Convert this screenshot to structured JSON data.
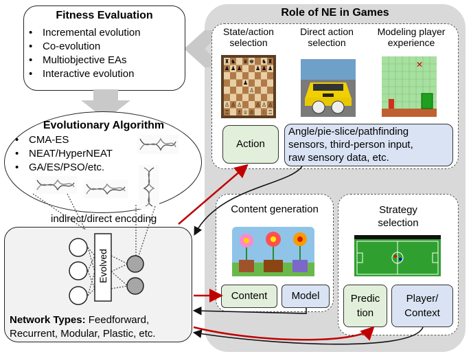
{
  "fitness": {
    "title": "Fitness Evaluation",
    "items": [
      "Incremental evolution",
      "Co-evolution",
      "Multiobjective EAs",
      "Interactive evolution"
    ]
  },
  "ea": {
    "title": "Evolutionary Algorithm",
    "items": [
      "CMA-ES",
      "NEAT/HyperNEAT",
      "GA/ES/PSO/etc."
    ]
  },
  "encoding_label": "indirect/direct encoding",
  "network": {
    "evolved_label": "Evolved",
    "types_bold": "Network Types:",
    "types_line1": " Feedforward,",
    "types_line2": "Recurrent, Modular, Plastic, etc."
  },
  "role": {
    "title": "Role of NE in Games",
    "state_action": "State/action\nselection",
    "direct_action": "Direct action\nselection",
    "modeling_player": "Modeling player\nexperience",
    "action_label": "Action",
    "sensors_text": "Angle/pie-slice/pathfinding\nsensors, third-person input,\nraw sensory data, etc.",
    "content_generation": "Content generation",
    "content_label": "Content",
    "model_label": "Model",
    "strategy": "Strategy\nselection",
    "prediction_label": "Predic\ntion",
    "player_context_label": "Player/\nContext"
  },
  "colors": {
    "green_box": "#e2efda",
    "blue_box": "#dae3f3",
    "panel_gray": "#d9d9d9",
    "arrow_red": "#c00000"
  }
}
